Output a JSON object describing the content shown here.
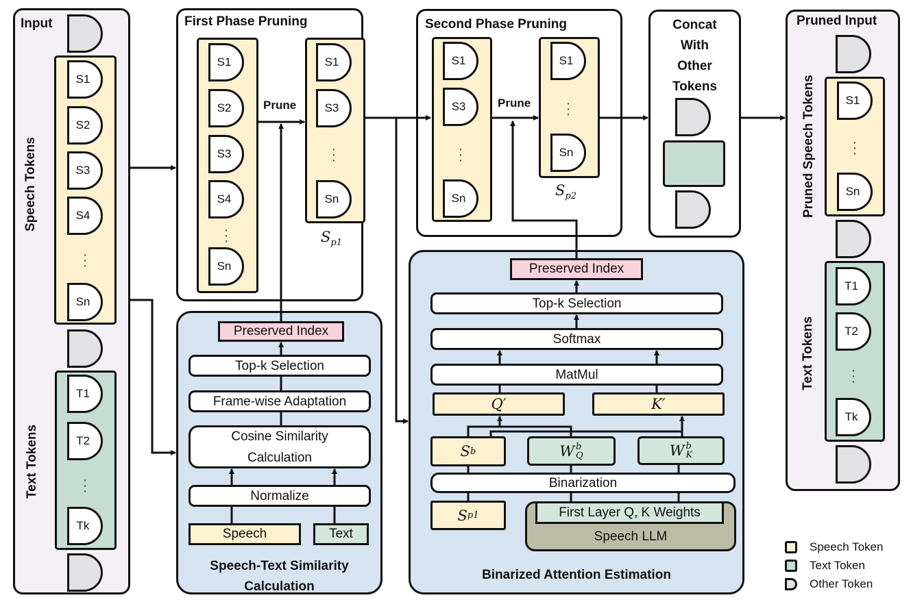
{
  "input_panel": {
    "title": "Input",
    "speech_label": "Speech Tokens",
    "speech_tokens": [
      "S1",
      "S2",
      "S3",
      "S4",
      "Sn"
    ],
    "text_label": "Text Tokens",
    "text_tokens": [
      "T1",
      "T2",
      "Tk"
    ]
  },
  "first_phase": {
    "title": "First Phase Pruning",
    "input_tokens": [
      "S1",
      "S2",
      "S3",
      "S4",
      "Sn"
    ],
    "prune_label": "Prune",
    "output_tokens": [
      "S1",
      "S3",
      "Sn"
    ],
    "output_label": "S",
    "output_sub": "p1"
  },
  "second_phase": {
    "title": "Second Phase Pruning",
    "input_tokens": [
      "S1",
      "S3",
      "Sn"
    ],
    "prune_label": "Prune",
    "output_tokens": [
      "S1",
      "Sn"
    ],
    "output_label": "S",
    "output_sub": "p2"
  },
  "concat": {
    "title_lines": [
      "Concat",
      "With",
      "Other",
      "Tokens"
    ]
  },
  "pruned_input": {
    "title": "Pruned Input",
    "speech_label": "Pruned Speech Tokens",
    "speech_tokens": [
      "S1",
      "Sn"
    ],
    "text_label": "Text Tokens",
    "text_tokens": [
      "T1",
      "T2",
      "Tk"
    ]
  },
  "similarity": {
    "preserved_index": "Preserved Index",
    "topk": "Top-k Selection",
    "framewise": "Frame-wise Adaptation",
    "cosine_line1": "Cosine Similarity",
    "cosine_line2": "Calculation",
    "normalize": "Normalize",
    "speech": "Speech",
    "text": "Text",
    "caption_line1": "Speech-Text Similarity",
    "caption_line2": "Calculation"
  },
  "binarized": {
    "preserved_index": "Preserved Index",
    "topk": "Top-k Selection",
    "softmax": "Softmax",
    "matmul": "MatMul",
    "q_prime": "Q′",
    "k_prime": "K′",
    "s_b": "S",
    "s_b_sup": "b",
    "wq_b": "W",
    "wq_sup": "b",
    "wq_sub": "Q",
    "wk_b": "W",
    "wk_sup": "b",
    "wk_sub": "K",
    "binarization": "Binarization",
    "sp1": "S",
    "sp1_sub": "p1",
    "first_layer": "First Layer Q, K Weights",
    "speech_llm": "Speech LLM",
    "caption": "Binarized Attention Estimation"
  },
  "legend": {
    "items": [
      {
        "label": "Speech Token",
        "color": "#fdf1cf"
      },
      {
        "label": "Text Token",
        "color": "#c5ddd2"
      },
      {
        "label": "Other Token",
        "color": "#e2e1e3"
      }
    ]
  },
  "colors": {
    "speech": "#fdf1cf",
    "text": "#c5ddd2",
    "other": "#e2e1e3",
    "preserved_index": "#f8d3dd",
    "module_bg": "#d6e3f1",
    "speech_llm": "#bcbca6",
    "panel_bg": "#f4f0f5"
  }
}
